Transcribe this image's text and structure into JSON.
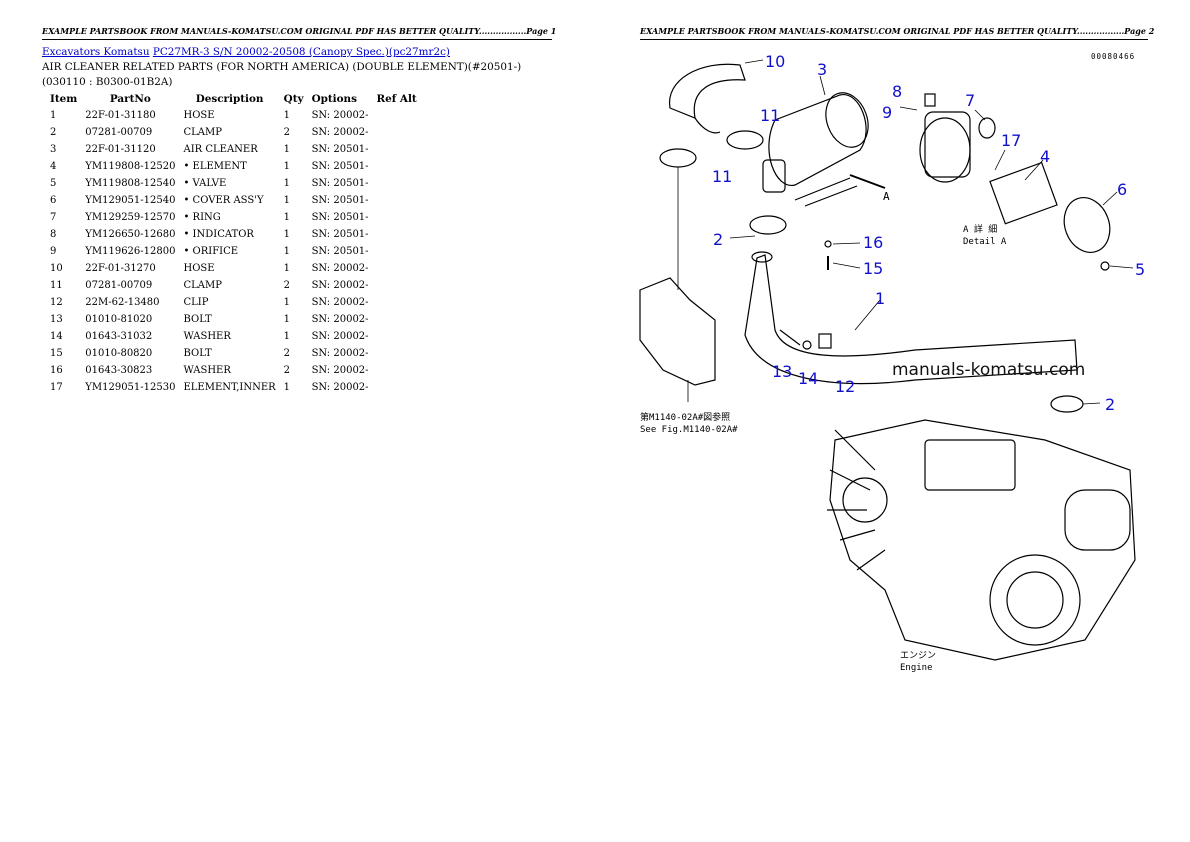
{
  "pages": [
    {
      "header": "EXAMPLE PARTSBOOK FROM MANUALS-KOMATSU.COM ORIGINAL PDF HAS BETTER QUALITY.................Page 1"
    },
    {
      "header": "EXAMPLE PARTSBOOK FROM MANUALS-KOMATSU.COM ORIGINAL PDF HAS BETTER QUALITY.................Page 2"
    }
  ],
  "breadcrumb": {
    "link1": "Excavators Komatsu",
    "link2": "PC27MR-3 S/N 20002-20508 (Canopy Spec.)(pc27mr2c)"
  },
  "subtitle": "AIR CLEANER RELATED PARTS (FOR NORTH AMERICA) (DOUBLE ELEMENT)(#20501-)(030110 : B0300-01B2A)",
  "table": {
    "headers": [
      "Item",
      "PartNo",
      "Description",
      "Qty",
      "Options",
      "Ref Alt"
    ],
    "rows": [
      [
        "1",
        "22F-01-31180",
        "HOSE",
        "1",
        "SN: 20002-",
        ""
      ],
      [
        "2",
        "07281-00709",
        "CLAMP",
        "2",
        "SN: 20002-",
        ""
      ],
      [
        "3",
        "22F-01-31120",
        "AIR CLEANER",
        "1",
        "SN: 20501-",
        ""
      ],
      [
        "4",
        "YM119808-12520",
        "• ELEMENT",
        "1",
        "SN: 20501-",
        ""
      ],
      [
        "5",
        "YM119808-12540",
        "• VALVE",
        "1",
        "SN: 20501-",
        ""
      ],
      [
        "6",
        "YM129051-12540",
        "• COVER ASS'Y",
        "1",
        "SN: 20501-",
        ""
      ],
      [
        "7",
        "YM129259-12570",
        "• RING",
        "1",
        "SN: 20501-",
        ""
      ],
      [
        "8",
        "YM126650-12680",
        "• INDICATOR",
        "1",
        "SN: 20501-",
        ""
      ],
      [
        "9",
        "YM119626-12800",
        "• ORIFICE",
        "1",
        "SN: 20501-",
        ""
      ],
      [
        "10",
        "22F-01-31270",
        "HOSE",
        "1",
        "SN: 20002-",
        ""
      ],
      [
        "11",
        "07281-00709",
        "CLAMP",
        "2",
        "SN: 20002-",
        ""
      ],
      [
        "12",
        "22M-62-13480",
        "CLIP",
        "1",
        "SN: 20002-",
        ""
      ],
      [
        "13",
        "01010-81020",
        "BOLT",
        "1",
        "SN: 20002-",
        ""
      ],
      [
        "14",
        "01643-31032",
        "WASHER",
        "1",
        "SN: 20002-",
        ""
      ],
      [
        "15",
        "01010-80820",
        "BOLT",
        "2",
        "SN: 20002-",
        ""
      ],
      [
        "16",
        "01643-30823",
        "WASHER",
        "2",
        "SN: 20002-",
        ""
      ],
      [
        "17",
        "YM129051-12530",
        "ELEMENT,INNER",
        "1",
        "SN: 20002-",
        ""
      ]
    ]
  },
  "drawing": {
    "figure_code": "00080466",
    "watermark": "manuals-komatsu.com",
    "callouts": [
      "10",
      "3",
      "8",
      "9",
      "7",
      "17",
      "4",
      "6",
      "11",
      "11",
      "2",
      "16",
      "15",
      "5",
      "1",
      "13",
      "14",
      "12",
      "2"
    ],
    "detail_label_jp": "A 詳 細",
    "detail_label": "Detail A",
    "ref_jp": "第M1140-02A#図参照",
    "ref": "See Fig.M1140-02A#",
    "engine_jp": "エンジン",
    "engine": "Engine",
    "arrow_label": "A",
    "callout_color": "#1111cc"
  }
}
